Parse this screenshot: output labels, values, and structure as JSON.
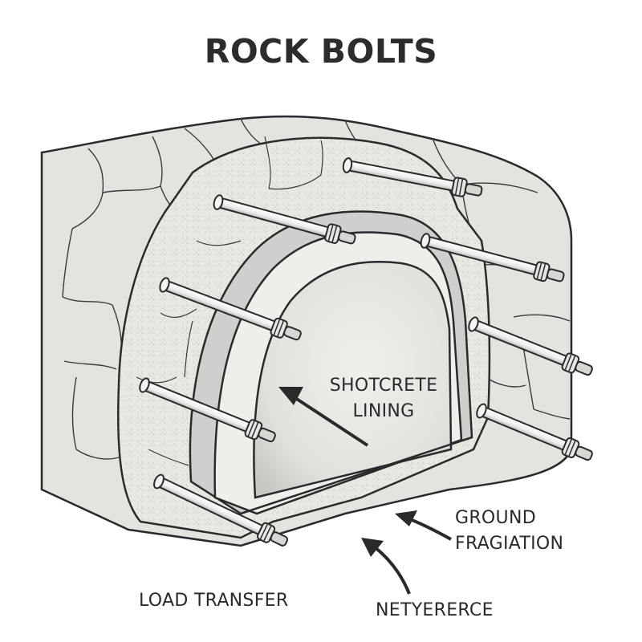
{
  "title": "ROCK BOLTS",
  "labels": {
    "shotcrete_line1": "SHOTCRETE",
    "shotcrete_line2": "LINING",
    "ground_line1": "GROUND",
    "ground_line2": "FRAGIATION",
    "load_transfer": "LOAD TRANSFER",
    "netyererce": "NETYERERCE"
  },
  "colors": {
    "ink": "#2a2a2a",
    "rock": "#e4e3df",
    "rock_inner": "#e9e7e1",
    "shotcrete_band": "#cfcfcd",
    "lining_inner": "#eeece8",
    "tunnel": "#e2e0dc",
    "bolt": "#f2f2f0"
  },
  "bolts": [
    {
      "id": "bolt-1"
    },
    {
      "id": "bolt-2"
    },
    {
      "id": "bolt-3"
    },
    {
      "id": "bolt-4"
    },
    {
      "id": "bolt-5"
    },
    {
      "id": "bolt-6"
    },
    {
      "id": "bolt-7"
    },
    {
      "id": "bolt-8"
    },
    {
      "id": "bolt-9"
    }
  ]
}
